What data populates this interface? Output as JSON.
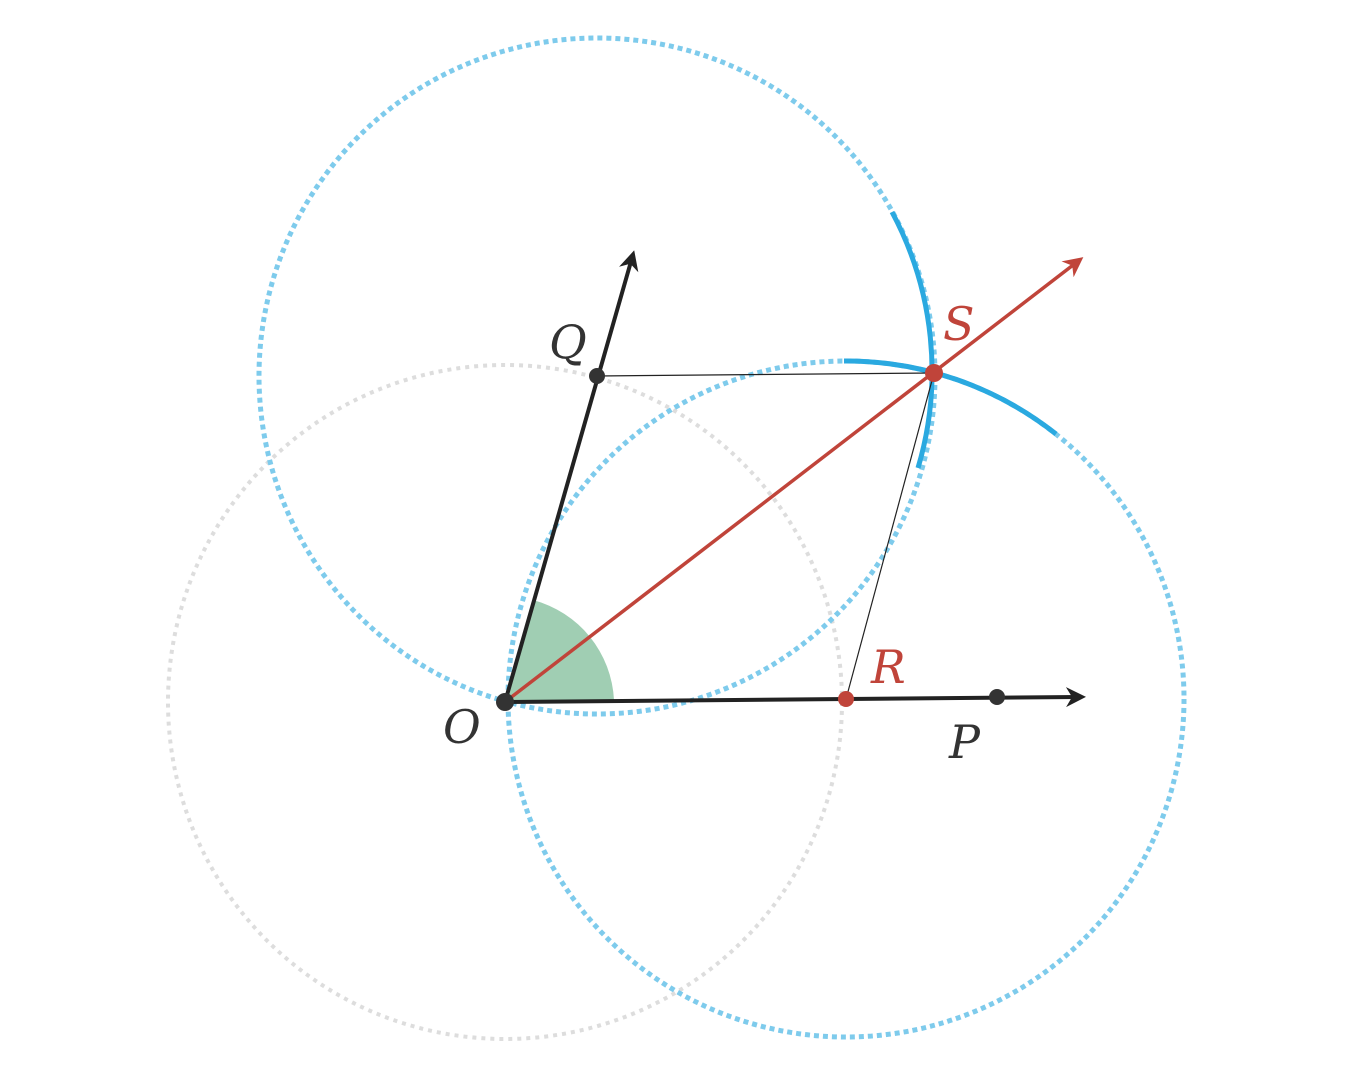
{
  "labels": {
    "O": "O",
    "P": "P",
    "Q": "Q",
    "R": "R",
    "S": "S"
  },
  "colors": {
    "black": "#222222",
    "label_dark": "#333333",
    "red": "#c0443a",
    "blue_dotted": "#7ecbec",
    "blue_solid": "#2aa9e0",
    "grey_dotted": "#dddddd",
    "angle_fill": "#8fc5a6"
  }
}
